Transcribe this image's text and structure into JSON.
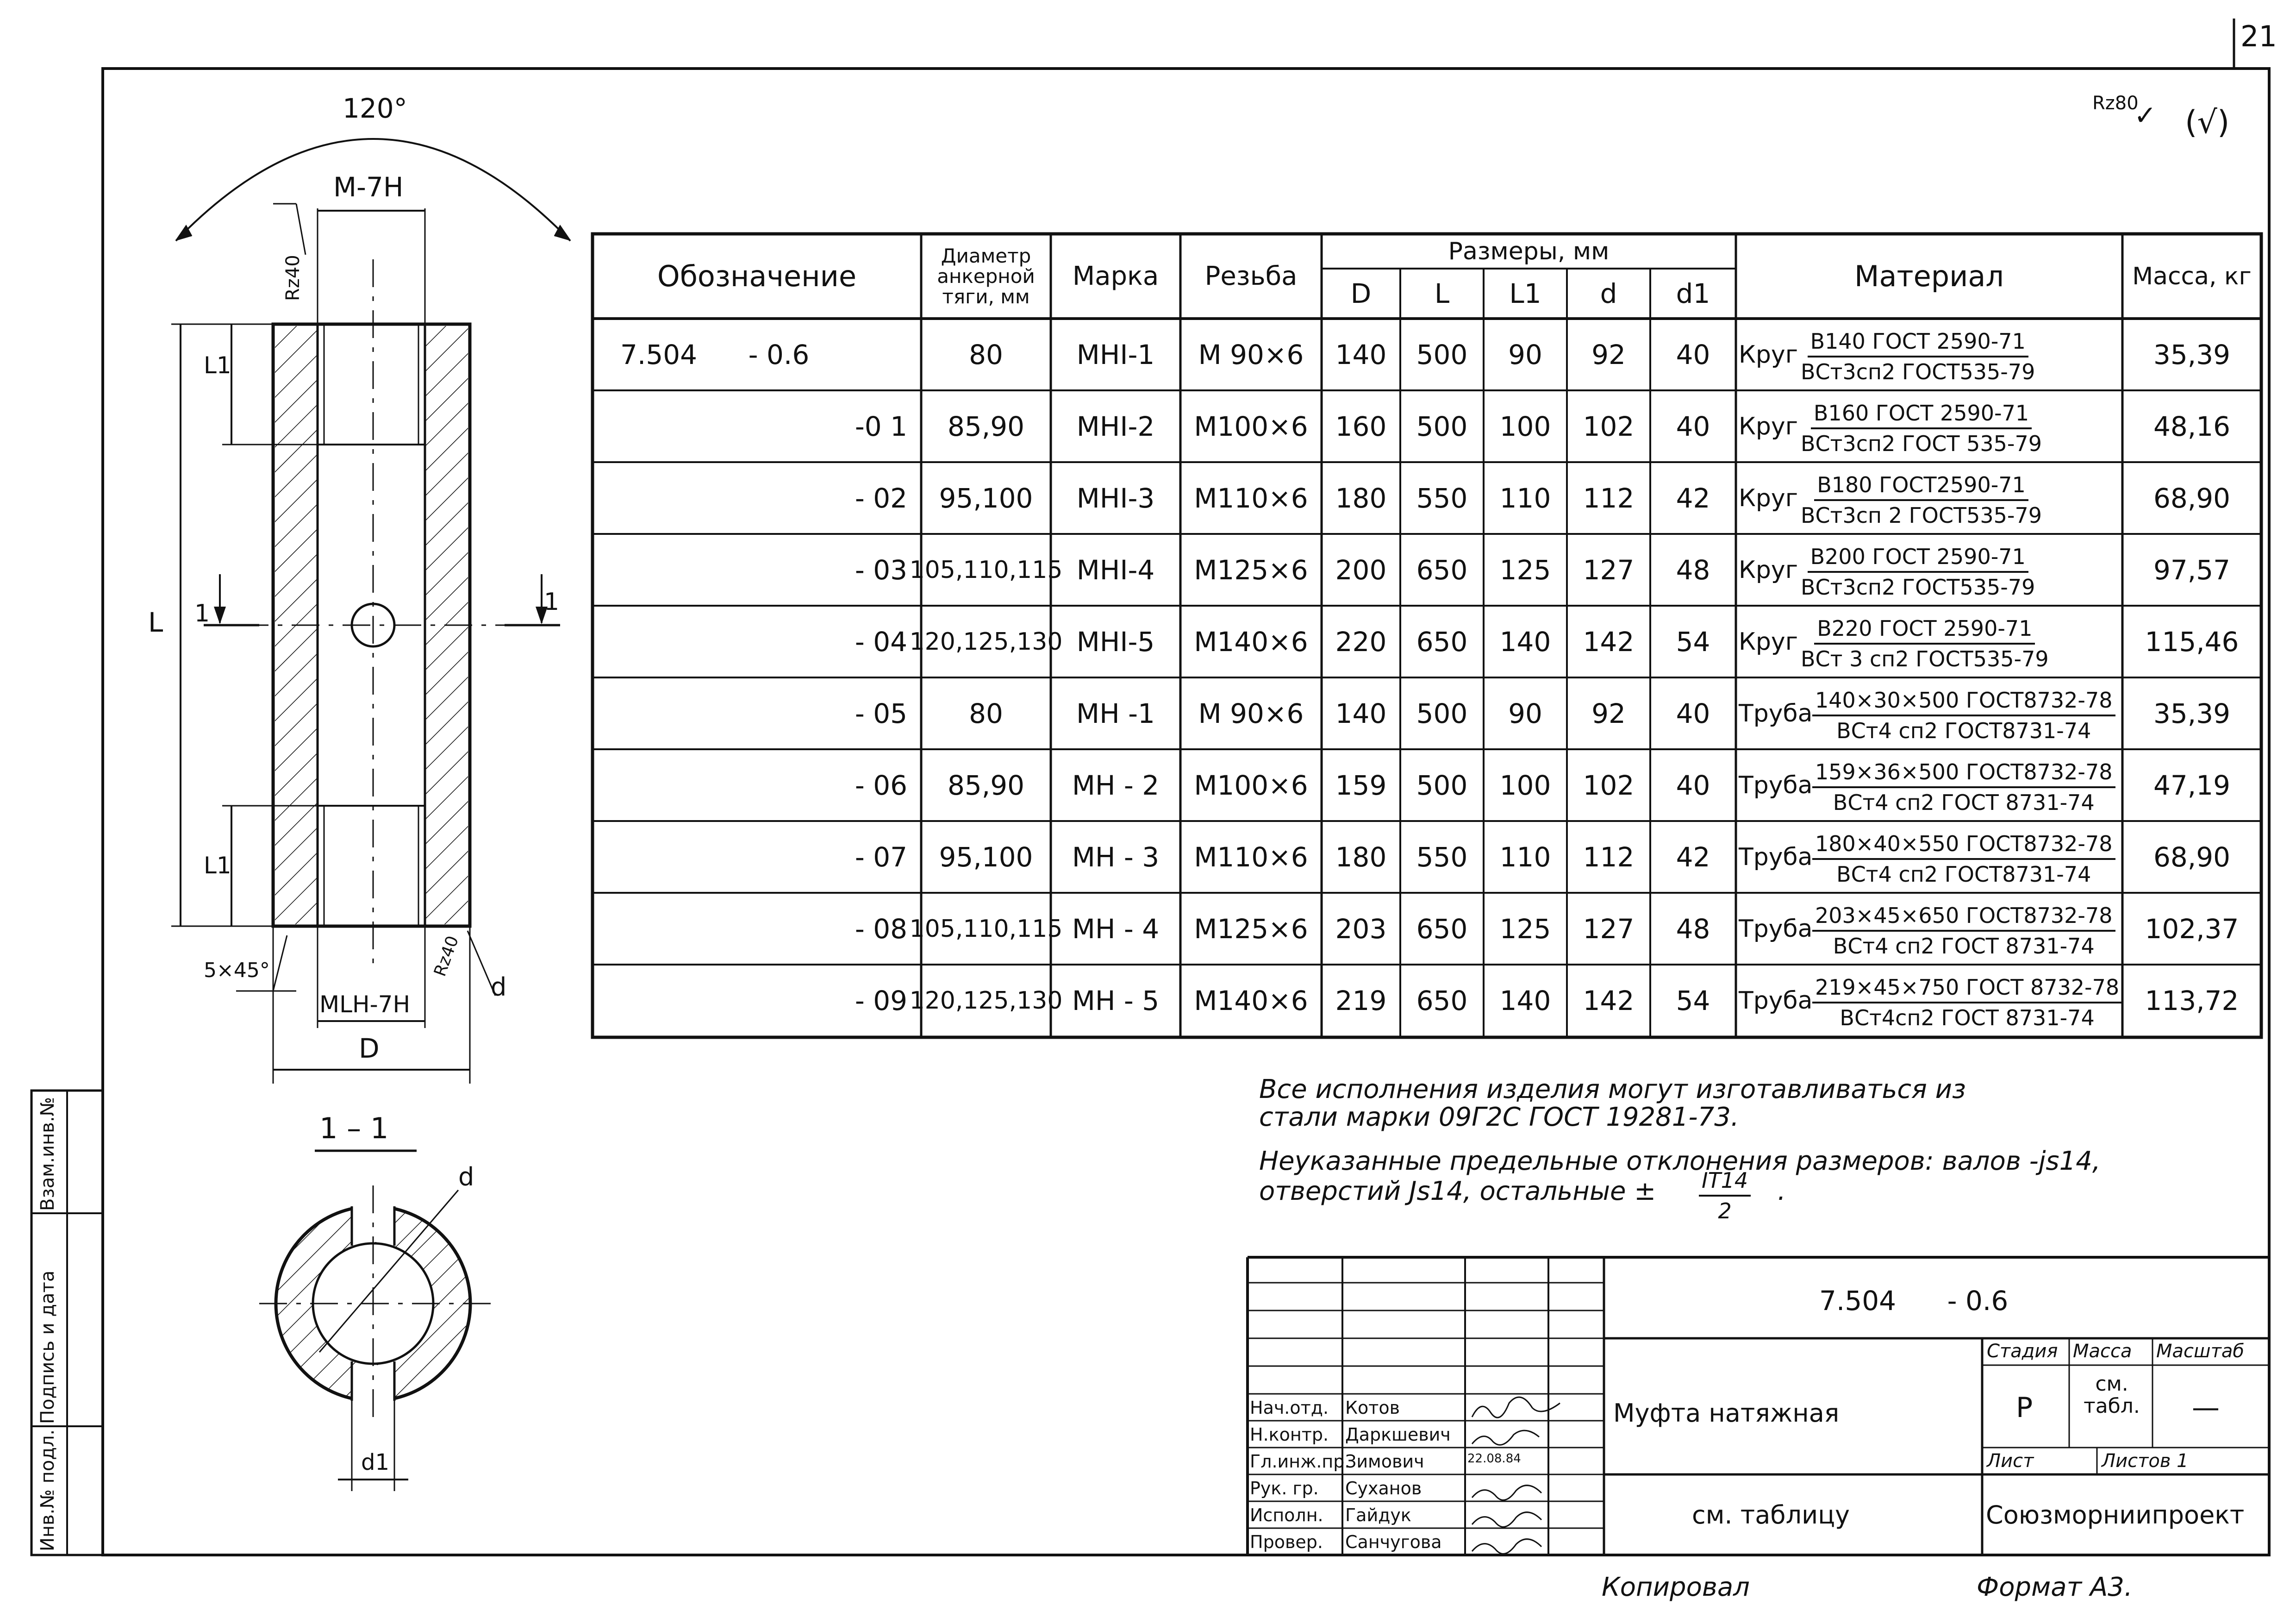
{
  "page_number": "21",
  "roughness": {
    "symbol": "Rz80",
    "check": "(√)"
  },
  "drawing": {
    "angle": "120°",
    "thread_top": "M-7H",
    "thread_bottom": "MLH-7H",
    "rz_top": "Rz40",
    "rz_bottom": "Rz40",
    "chamfer": "5×45°",
    "dim_L": "L",
    "dim_L1_top": "L1",
    "dim_L1_bottom": "L1",
    "dim_D": "D",
    "dim_d": "d",
    "dim_d1": "d1",
    "section_mark_left": "1",
    "section_mark_right": "1",
    "section_title": "1 – 1"
  },
  "table": {
    "headers": {
      "designation": "Обозначение",
      "diameter": "Диаметр анкерной тяги, мм",
      "mark": "Марка",
      "thread": "Резьба",
      "sizes": "Размеры, мм",
      "D": "D",
      "L": "L",
      "L1": "L1",
      "d": "d",
      "d1": "d1",
      "material": "Материал",
      "mass": "Масса, кг"
    },
    "rows": [
      {
        "des": "7.504      - 0.6",
        "dia": "80",
        "mark": "МНI-1",
        "thread": "М 90×6",
        "D": "140",
        "L": "500",
        "L1": "90",
        "d": "92",
        "d1": "40",
        "mat_type": "Круг",
        "mat_top": "В140 ГОСТ 2590-71",
        "mat_bot": "ВСт3сп2 ГОСТ535-79",
        "mass": "35,39"
      },
      {
        "des": "-0 1",
        "dia": "85,90",
        "mark": "МНI-2",
        "thread": "М100×6",
        "D": "160",
        "L": "500",
        "L1": "100",
        "d": "102",
        "d1": "40",
        "mat_type": "Круг",
        "mat_top": "В160 ГОСТ 2590-71",
        "mat_bot": "ВСт3сп2 ГОСТ 535-79",
        "mass": "48,16"
      },
      {
        "des": "- 02",
        "dia": "95,100",
        "mark": "МНI-3",
        "thread": "М110×6",
        "D": "180",
        "L": "550",
        "L1": "110",
        "d": "112",
        "d1": "42",
        "mat_type": "Круг",
        "mat_top": "В180 ГОСТ2590-71",
        "mat_bot": "ВСт3сп 2 ГОСТ535-79",
        "mass": "68,90"
      },
      {
        "des": "- 03",
        "dia": "105,110,115",
        "mark": "МНI-4",
        "thread": "М125×6",
        "D": "200",
        "L": "650",
        "L1": "125",
        "d": "127",
        "d1": "48",
        "mat_type": "Круг",
        "mat_top": "В200 ГОСТ 2590-71",
        "mat_bot": "ВСт3сп2 ГОСТ535-79",
        "mass": "97,57"
      },
      {
        "des": "- 04",
        "dia": "120,125,130",
        "mark": "МНI-5",
        "thread": "М140×6",
        "D": "220",
        "L": "650",
        "L1": "140",
        "d": "142",
        "d1": "54",
        "mat_type": "Круг",
        "mat_top": "В220 ГОСТ 2590-71",
        "mat_bot": "ВСт 3 сп2 ГОСТ535-79",
        "mass": "115,46"
      },
      {
        "des": "- 05",
        "dia": "80",
        "mark": "МН -1",
        "thread": "М 90×6",
        "D": "140",
        "L": "500",
        "L1": "90",
        "d": "92",
        "d1": "40",
        "mat_type": "Труба",
        "mat_top": "140×30×500 ГОСТ8732-78",
        "mat_bot": "ВСт4 сп2 ГОСТ8731-74",
        "mass": "35,39"
      },
      {
        "des": "- 06",
        "dia": "85,90",
        "mark": "МН - 2",
        "thread": "М100×6",
        "D": "159",
        "L": "500",
        "L1": "100",
        "d": "102",
        "d1": "40",
        "mat_type": "Труба",
        "mat_top": "159×36×500 ГОСТ8732-78",
        "mat_bot": "ВСт4 сп2 ГОСТ 8731-74",
        "mass": "47,19"
      },
      {
        "des": "- 07",
        "dia": "95,100",
        "mark": "МН - 3",
        "thread": "М110×6",
        "D": "180",
        "L": "550",
        "L1": "110",
        "d": "112",
        "d1": "42",
        "mat_type": "Труба",
        "mat_top": "180×40×550 ГОСТ8732-78",
        "mat_bot": "ВСт4 сп2 ГОСТ8731-74",
        "mass": "68,90"
      },
      {
        "des": "- 08",
        "dia": "105,110,115",
        "mark": "МН - 4",
        "thread": "М125×6",
        "D": "203",
        "L": "650",
        "L1": "125",
        "d": "127",
        "d1": "48",
        "mat_type": "Труба",
        "mat_top": "203×45×650 ГОСТ8732-78",
        "mat_bot": "ВСт4 сп2 ГОСТ 8731-74",
        "mass": "102,37"
      },
      {
        "des": "- 09",
        "dia": "120,125,130",
        "mark": "МН - 5",
        "thread": "М140×6",
        "D": "219",
        "L": "650",
        "L1": "140",
        "d": "142",
        "d1": "54",
        "mat_type": "Труба",
        "mat_top": "219×45×750 ГОСТ 8732-78",
        "mat_bot": "ВСт4сп2 ГОСТ 8731-74",
        "mass": "113,72"
      }
    ]
  },
  "notes": {
    "line1": "Все исполнения изделия могут изготавливаться из",
    "line2": "стали марки 09Г2С ГОСТ 19281-73.",
    "line3": "Неуказанные предельные отклонения размеров: валов -js14,",
    "line4": "отверстий Js14, остальные ±",
    "frac_num": "IT14",
    "frac_den": "2",
    "line4_end": "."
  },
  "side_stamp": {
    "c1": "Инв.№ подл.",
    "c2": "Подпись и дата",
    "c3": "Взам.инв.№"
  },
  "title_block": {
    "code": "7.504      - 0.6",
    "stage_label": "Стадия",
    "mass_label": "Масса",
    "scale_label": "Масштаб",
    "stage_value": "Р",
    "mass_value": "см. табл.",
    "scale_value": "—",
    "sheet_label": "Лист",
    "sheets_label": "Листов 1",
    "name": "Муфта натяжная",
    "material": "см. таблицу",
    "org": "Союзморниипроект",
    "roles": [
      "Нач.отд.",
      "Н.контр.",
      "Гл.инж.пр.",
      "Рук. гр.",
      "Исполн.",
      "Провер."
    ],
    "names": [
      "Котов",
      "Даркшевич",
      "Зимович",
      "Суханов",
      "Гайдук",
      "Санчугова"
    ],
    "date": "22.08.84"
  },
  "footer": {
    "copied": "Копировал",
    "format": "Формат А3."
  }
}
